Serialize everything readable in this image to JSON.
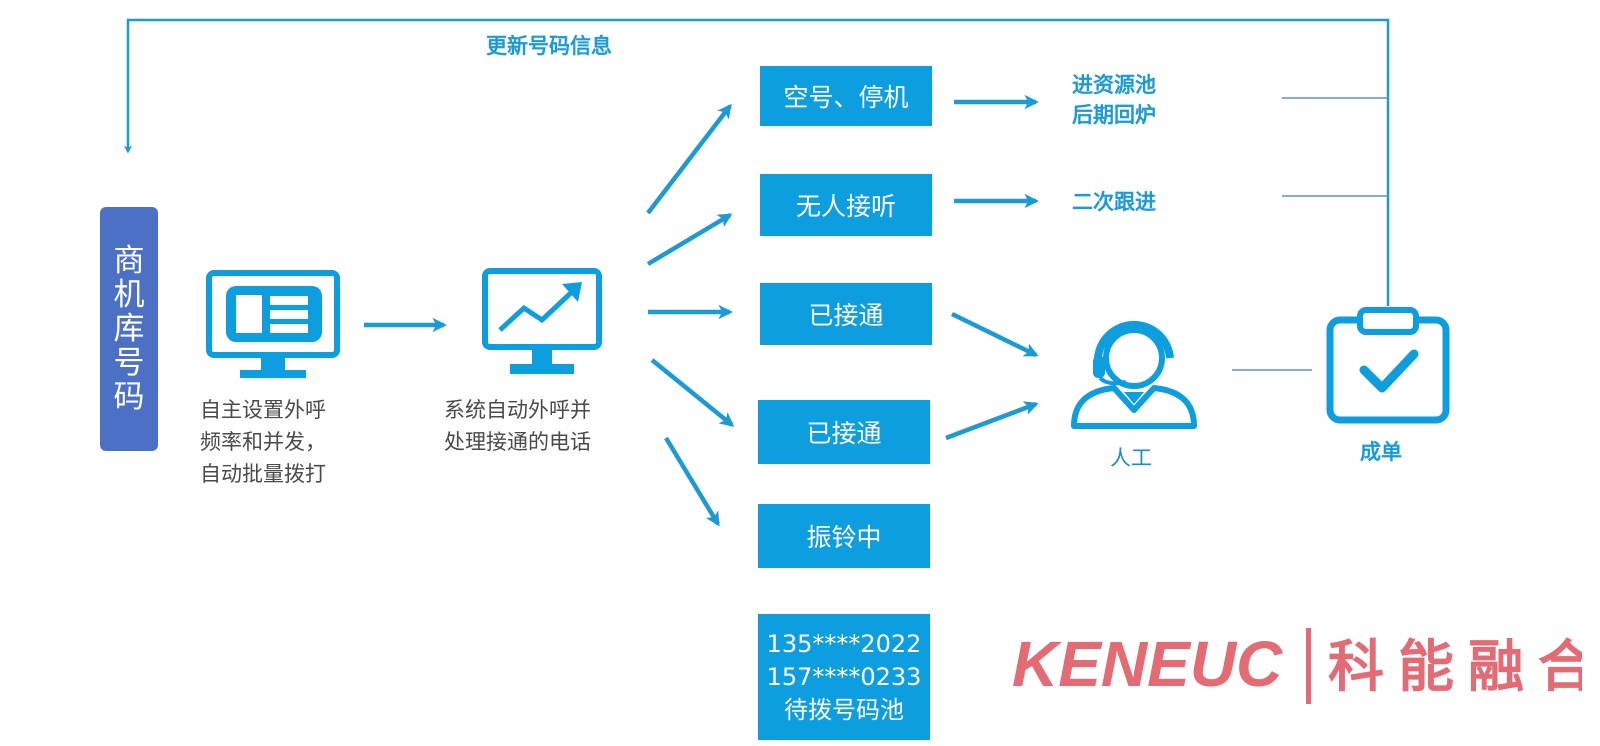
{
  "left_source": {
    "chars": [
      "商",
      "机",
      "库",
      "号",
      "码"
    ]
  },
  "feedback_label": "更新号码信息",
  "step1": {
    "lines": [
      "自主设置外呼",
      "频率和并发，",
      "自动批量拨打"
    ]
  },
  "step2": {
    "lines": [
      "系统自动外呼并",
      "处理接通的电话"
    ]
  },
  "boxes": {
    "empty_number": "空号、停机",
    "no_answer": "无人接听",
    "connected_1": "已接通",
    "connected_2": "已接通",
    "ringing": "振铃中",
    "pool": {
      "lines": [
        "135****2022",
        "157****0233",
        "待拨号码池"
      ]
    }
  },
  "outcomes": {
    "resource_pool": [
      "进资源池",
      "后期回炉"
    ],
    "follow_up": "二次跟进"
  },
  "agent_label": "人工",
  "deal_label": "成单",
  "brand": {
    "latin": "KENEUC",
    "chinese": "科能融合"
  },
  "colors": {
    "accent": "#0d9ee0",
    "line": "#1a9ad6",
    "bar": "#4b70c5",
    "brand": "#e46a74"
  },
  "icons": [
    "monitor-card-icon",
    "monitor-chart-icon",
    "headset-agent-icon",
    "clipboard-check-icon"
  ]
}
